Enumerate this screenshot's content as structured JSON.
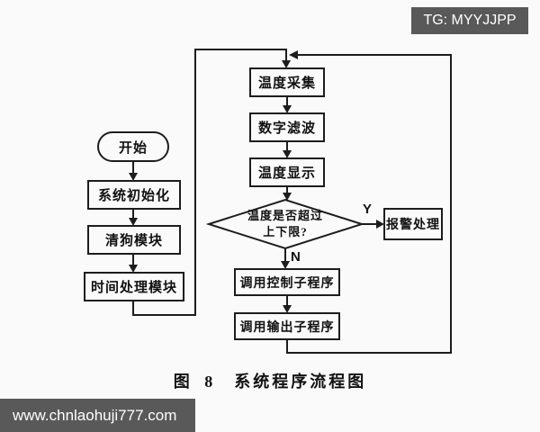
{
  "watermarks": {
    "tg_badge": "TG: MYYJJPP",
    "url_badge": "www.chnlaohuji777.com"
  },
  "caption": {
    "figure_label": "图 8",
    "title": "系统程序流程图"
  },
  "flowchart": {
    "start_label": "开始",
    "left_steps": [
      "系统初始化",
      "清狗模块",
      "时间处理模块"
    ],
    "main_steps": [
      "温度采集",
      "数字滤波",
      "温度显示"
    ],
    "decision": {
      "line1": "温度是否超过",
      "line2": "上下限?"
    },
    "yes_label": "Y",
    "no_label": "N",
    "alarm_label": "报警处理",
    "control_label": "调用控制子程序",
    "output_label": "调用输出子程序"
  },
  "colors": {
    "line": "#1d1d1d",
    "paper": "#fafafa",
    "badge_bg": "#595959",
    "badge_text": "#ffffff"
  }
}
